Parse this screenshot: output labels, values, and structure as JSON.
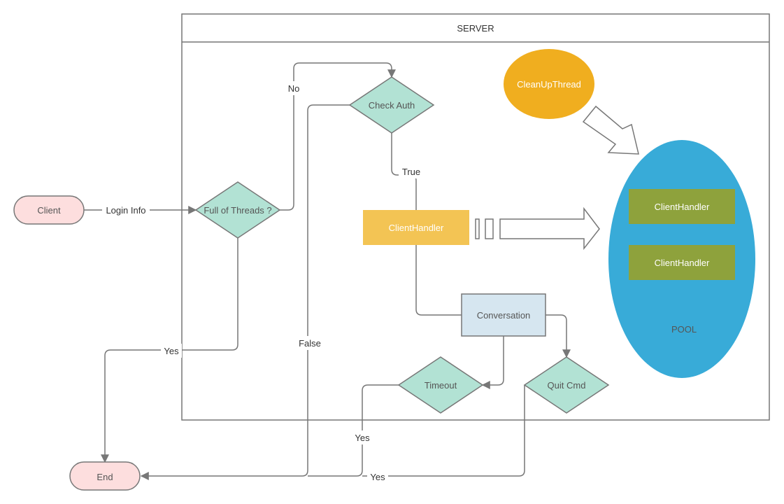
{
  "server": {
    "title": "SERVER"
  },
  "nodes": {
    "client": "Client",
    "end": "End",
    "full_threads": "Full of Threads ?",
    "check_auth": "Check Auth",
    "client_handler_main": "ClientHandler",
    "conversation": "Conversation",
    "timeout": "Timeout",
    "quit_cmd": "Quit Cmd",
    "cleanup_thread": "CleanUpThread",
    "pool": "POOL",
    "pool_handler_1": "ClientHandler",
    "pool_handler_2": "ClientHandler"
  },
  "edges": {
    "login_info": "Login Info",
    "no": "No",
    "true_label": "True",
    "false_label": "False",
    "yes_full": "Yes",
    "yes_timeout": "Yes",
    "yes_quit": "Yes"
  },
  "colors": {
    "terminal_fill": "#fddede",
    "diamond_fill": "#b2e2d4",
    "handler_fill": "#f3c454",
    "conversation_fill": "#d6e6f0",
    "cleanup_fill": "#f0ae1f",
    "pool_fill": "#38abd8",
    "pool_handler_fill": "#8ea23c",
    "line": "#777777"
  }
}
